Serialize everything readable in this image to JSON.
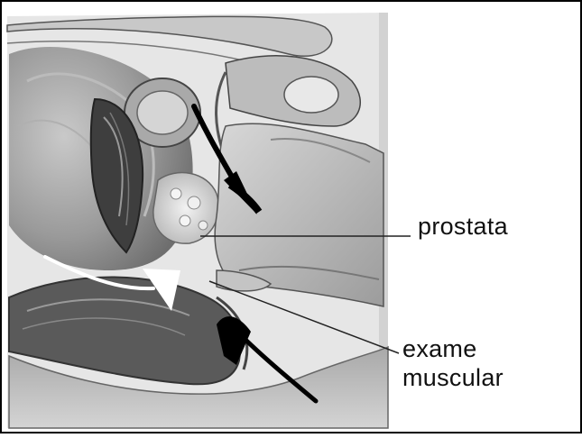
{
  "labels": {
    "prostata": "prostata",
    "exam_line1": "exame",
    "exam_line2": "muscular"
  },
  "colors": {
    "frame": "#000000",
    "tissue_dark": "#3a3a3a",
    "tissue_mid": "#8a8a8a",
    "tissue_light": "#cfcfcf",
    "skin": "#bdbdbd",
    "leader_line": "#222222",
    "marker_black": "#000000",
    "marker_white": "#ffffff"
  },
  "icons": [
    "arrow-down-marker",
    "arrow-up-marker",
    "white-arrow-marker"
  ]
}
